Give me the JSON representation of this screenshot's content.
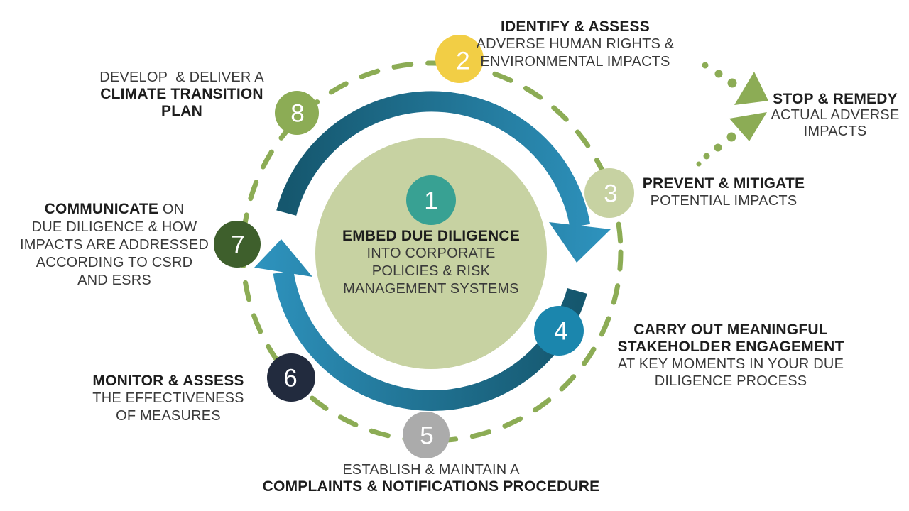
{
  "colors": {
    "olive": "#8CAC55",
    "light_green": "#C7D2A2",
    "teal_badge": "#38A193",
    "yellow": "#F2CE45",
    "blue": "#1B86AD",
    "gray": "#ABABAB",
    "navy": "#222B3E",
    "dark_green": "#3E5F2C",
    "arc_dark": "#15576E",
    "arc_light": "#2E93BE"
  },
  "center": {
    "number": "1",
    "title": "EMBED DUE DILIGENCE",
    "lines": [
      "INTO CORPORATE",
      "POLICIES & RISK",
      "MANAGEMENT SYSTEMS"
    ]
  },
  "steps": {
    "s2": {
      "number": "2",
      "title": "IDENTIFY & ASSESS",
      "lines": [
        "ADVERSE HUMAN RIGHTS &",
        "ENVIRONMENTAL IMPACTS"
      ]
    },
    "s3": {
      "number": "3",
      "title": "PREVENT & MITIGATE",
      "lines": [
        "POTENTIAL IMPACTS"
      ]
    },
    "s4": {
      "number": "4",
      "title_line1": "CARRY OUT MEANINGFUL",
      "title_line2": "STAKEHOLDER ENGAGEMENT",
      "lines": [
        "AT KEY MOMENTS IN YOUR DUE",
        "DILIGENCE PROCESS"
      ]
    },
    "s5": {
      "number": "5",
      "intro": "ESTABLISH & MAINTAIN A",
      "title": "COMPLAINTS & NOTIFICATIONS PROCEDURE"
    },
    "s6": {
      "number": "6",
      "title": "MONITOR & ASSESS",
      "lines": [
        "THE EFFECTIVENESS",
        "OF MEASURES"
      ]
    },
    "s7": {
      "number": "7",
      "title": "COMMUNICATE",
      "title_suffix": " ON",
      "lines": [
        "DUE DILIGENCE & HOW",
        "IMPACTS ARE ADDRESSED",
        "ACCORDING TO CSRD",
        "AND ESRS"
      ]
    },
    "s8": {
      "number": "8",
      "intro": "DEVELOP  & DELIVER A",
      "title_line1": "CLIMATE TRANSITION",
      "title_line2": "PLAN"
    }
  },
  "callout": {
    "title": "STOP & REMEDY",
    "lines": [
      "ACTUAL ADVERSE",
      "IMPACTS"
    ]
  }
}
